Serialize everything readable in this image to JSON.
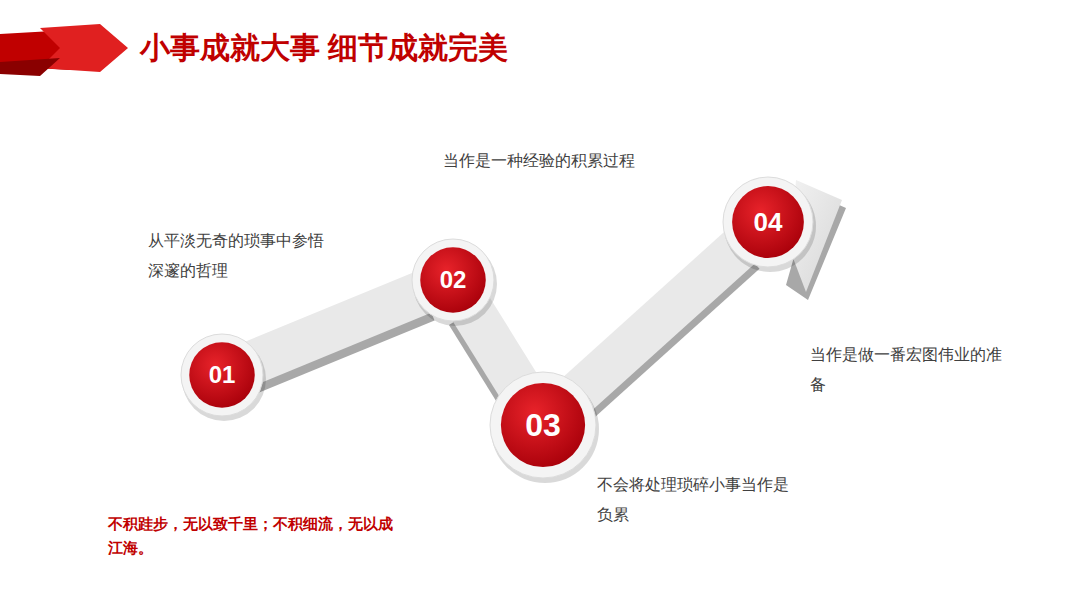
{
  "diagram": {
    "title": "小事成就大事 细节成就完美",
    "nodes": [
      {
        "text": [
          "01"
        ]
      },
      {
        "text": [
          "02"
        ]
      },
      {
        "text": [
          "03"
        ]
      },
      {
        "text": [
          "04"
        ]
      }
    ],
    "edges": [
      {
        "from": 0,
        "to": 1,
        "arrow": "none"
      },
      {
        "from": 1,
        "to": 2,
        "arrow": "none"
      },
      {
        "from": 2,
        "to": 3,
        "arrow": "none"
      }
    ],
    "labels": [
      "从平淡无奇的琐事中参悟深邃的哲理",
      "当作是一种经验的积累过程",
      "不会将处理琐碎小事当作是负累",
      "当作是做一番宏图伟业的准备",
      "不积跬步，无以致千里；不积细流，无以成江海。"
    ]
  }
}
